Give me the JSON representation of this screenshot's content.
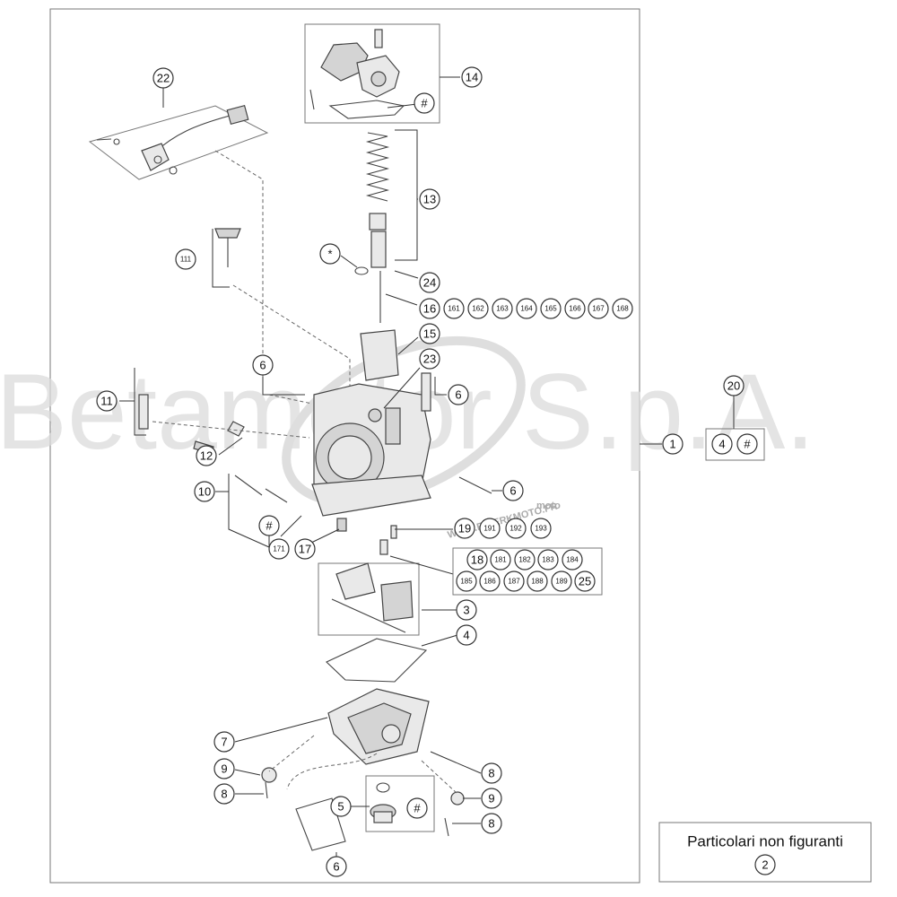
{
  "watermark": "Betamotor S.p.A.",
  "watermark_small": "WWW.RIDERKMOTO.FR",
  "logo_text": "moto",
  "legend": {
    "title": "Particolari non figuranti",
    "item": "2"
  },
  "callouts": {
    "c22": "22",
    "c14": "14",
    "c13": "13",
    "c24": "24",
    "c16": "16",
    "c161": "161",
    "c162": "162",
    "c163": "163",
    "c164": "164",
    "c165": "165",
    "c166": "166",
    "c167": "167",
    "c168": "168",
    "c15": "15",
    "c23": "23",
    "c111": "111",
    "cstar": "*",
    "chash14": "#",
    "c6a": "6",
    "c6b": "6",
    "c6c": "6",
    "c6d": "6",
    "c11": "11",
    "c12": "12",
    "c10": "10",
    "chash10": "#",
    "c171": "171",
    "c17": "17",
    "c19": "19",
    "c191": "191",
    "c192": "192",
    "c193": "193",
    "c18": "18",
    "c181": "181",
    "c182": "182",
    "c183": "183",
    "c184": "184",
    "c185": "185",
    "c186": "186",
    "c187": "187",
    "c188": "188",
    "c189": "189",
    "c25": "25",
    "c1": "1",
    "c20": "20",
    "c20a": "4",
    "c20b": "#",
    "c3": "3",
    "c4": "4",
    "c7": "7",
    "c9a": "9",
    "c8a": "8",
    "c8b": "8",
    "c9b": "9",
    "c8c": "8",
    "c5": "5",
    "chash5": "#"
  }
}
